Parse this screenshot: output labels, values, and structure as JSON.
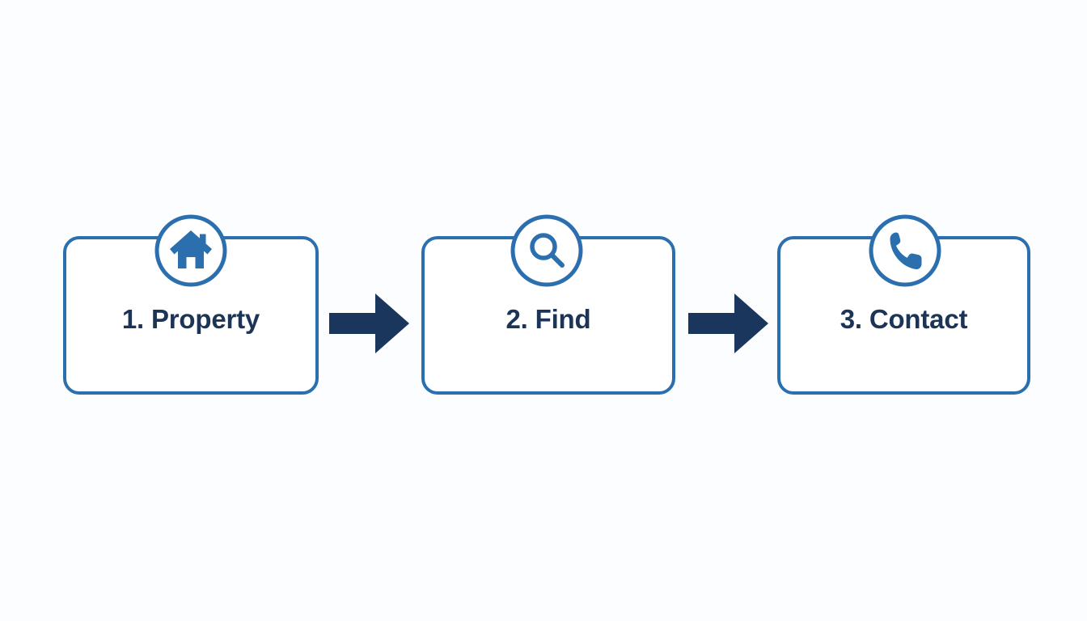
{
  "diagram": {
    "type": "horizontal-process-flow",
    "background_color": "#fcfdfe",
    "accent_color": "#2c6faf",
    "label_color": "#1c3557",
    "arrow_color": "#1b365d",
    "steps": [
      {
        "number": "1",
        "label": "1. Property",
        "icon": "house-icon",
        "icon_style": "filled",
        "border_color": "#2c6faf",
        "fill_color": "#ffffff"
      },
      {
        "number": "2",
        "label": "2. Find",
        "icon": "search-icon",
        "icon_style": "outline",
        "border_color": "#2c6faf",
        "fill_color": "#ffffff"
      },
      {
        "number": "3",
        "label": "3. Contact",
        "icon": "phone-icon",
        "icon_style": "filled",
        "border_color": "#2c6faf",
        "fill_color": "#ffffff"
      }
    ],
    "connectors": [
      {
        "name": "arrow-step1-to-step2",
        "icon": "arrow-right-icon",
        "color": "#1b365d"
      },
      {
        "name": "arrow-step2-to-step3",
        "icon": "arrow-right-icon",
        "color": "#1b365d"
      }
    ]
  }
}
